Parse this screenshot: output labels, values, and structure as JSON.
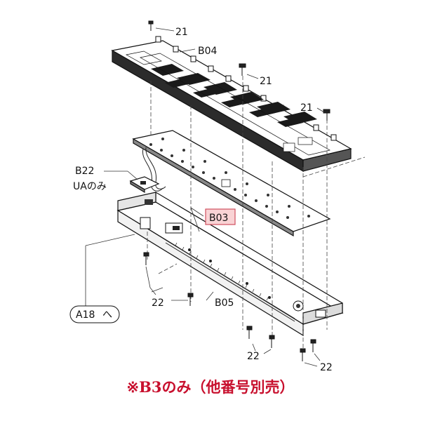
{
  "labels": {
    "screw_21_a": "21",
    "screw_21_b": "21",
    "screw_21_c": "21",
    "panel_top": "B04",
    "board_b22": "B22",
    "ua_only": "UAのみ",
    "board_b03": "B03",
    "ref_a18": "A18",
    "screw_22_a": "22",
    "chassis_b05": "B05",
    "screw_22_b": "22",
    "screw_22_c": "22"
  },
  "caption": "※B3のみ（他番号別売）",
  "colors": {
    "caption": "#c8102e",
    "highlight_fill": "#f9d3d5",
    "highlight_border": "#d05060"
  }
}
